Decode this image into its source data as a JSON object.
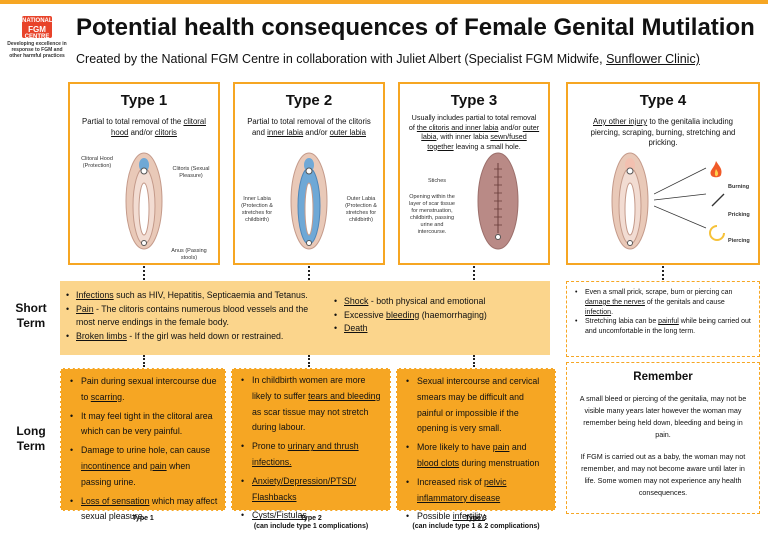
{
  "logo": {
    "badge_top": "NATIONAL",
    "badge_main": "FGM",
    "badge_bottom": "CENTRE",
    "tagline": "Developing excellence in response to FGM and other harmful practices"
  },
  "header": {
    "title": "Potential health consequences of Female Genital Mutilation",
    "subtitle_prefix": "Created by the National FGM Centre in collaboration with Juliet Albert (Specialist FGM Midwife, ",
    "subtitle_link": "Sunflower Clinic)",
    "subtitle_suffix": ""
  },
  "types": [
    {
      "title": "Type 1",
      "desc": [
        "Partial to total removal of the ",
        "clitoral hood",
        " and/or ",
        "clitoris"
      ],
      "labels": {
        "hood": "Clitoral Hood (Protection)",
        "clitoris": "Clitoris (Sexual Pleasure)",
        "anus": "Anus (Passing stools)"
      }
    },
    {
      "title": "Type 2",
      "desc": [
        "Partial to total removal of the clitoris and ",
        "inner labia",
        " and/or ",
        "outer labia"
      ],
      "labels": {
        "inner": "Inner Labia (Protection & stretches for childbirth)",
        "outer": "Outer Labia (Protection & stretches for childbirth)"
      }
    },
    {
      "title": "Type 3",
      "desc": [
        "Usually includes partial to total removal of ",
        "the clitoris and inner labia",
        " and/or ",
        "outer labia",
        ", with inner labia ",
        "sewn/fused together",
        " leaving a small hole."
      ],
      "labels": {
        "stiches": "Stiches",
        "opening": "Opening within the layer of scar tissue for menstruation, childbirth, passing urine and intercourse."
      }
    },
    {
      "title": "Type 4",
      "desc": [
        "Any other injury",
        " to the genitalia including piercing, scraping, burning, stretching and pricking."
      ],
      "labels": {
        "burning": "Burning",
        "pricking": "Pricking",
        "piercing": "Piercing"
      }
    }
  ],
  "rows": {
    "short_term": "Short Term",
    "long_term": "Long Term"
  },
  "short_term": {
    "col1": [
      {
        "u": "Infections",
        "t": " such as HIV, Hepatitis, Septicaemia and Tetanus."
      },
      {
        "u": "Pain",
        "t": " -  The clitoris contains numerous blood vessels and the most nerve endings in the female body."
      },
      {
        "u": "Broken limbs",
        "t": " - If the girl was held down or restrained."
      }
    ],
    "col2": [
      {
        "u": "Shock",
        "t": " - both physical and emotional"
      },
      {
        "p": "Excessive ",
        "u": "bleeding",
        "t": " (haemorrhaging)"
      },
      {
        "u": "Death",
        "t": ""
      }
    ],
    "col4": [
      {
        "p": "Even a small prick, scrape, burn or piercing can ",
        "u": "damage the nerves",
        "t": " of the genitals and cause ",
        "u2": "infection",
        "t2": "."
      },
      {
        "p": "Stretching labia can be ",
        "u": "painful",
        "t": " while being carried out and uncomfortable in the long term."
      }
    ]
  },
  "long_term": {
    "col1": [
      {
        "p": "Pain during sexual intercourse due to ",
        "u": "scarring",
        "t": "."
      },
      {
        "p": "It may feel tight in the clitoral area which can be very painful.",
        "u": "",
        "t": ""
      },
      {
        "p": "Damage to urine hole, can cause ",
        "u": "incontinence",
        "t": " and ",
        "u2": "pain",
        "t2": " when passing urine."
      },
      {
        "p": "",
        "u": "Loss of sensation",
        "t": " which may affect sexual pleasure."
      }
    ],
    "col2": [
      {
        "p": "In childbirth women are more likely to suffer ",
        "u": "tears and bleeding",
        "t": " as scar tissue may not stretch during labour."
      },
      {
        "p": "Prone to ",
        "u": "urinary and thrush infections.",
        "t": ""
      },
      {
        "p": "",
        "u": "Anxiety/Depression/PTSD/ Flashbacks",
        "t": ""
      },
      {
        "p": "",
        "u": "Cysts/Fistulas",
        "t": ""
      }
    ],
    "col3": [
      {
        "p": "Sexual intercourse and cervical smears may be difficult and painful or impossible if the opening is very small.",
        "u": "",
        "t": ""
      },
      {
        "p": "More likely to have ",
        "u": "pain",
        "t": " and ",
        "u2": "blood clots",
        "t2": " during menstruation"
      },
      {
        "p": "Increased risk of ",
        "u": "pelvic inflammatory disease",
        "t": ""
      },
      {
        "p": "Possible ",
        "u": "infertility",
        "t": ""
      }
    ]
  },
  "remember": {
    "title": "Remember",
    "p1": "A small bleed or piercing of the genitalia, may not be visible many years later however the woman may remember being held down, bleeding and being in pain.",
    "p2": "If FGM is carried out as a baby, the woman may not remember, and may not become aware until later in life. Some women may not experience any health consequences."
  },
  "captions": {
    "col1": "Type 1",
    "col2_a": "Type 2",
    "col2_b": "(can include type 1 complications)",
    "col3_a": "Type 3",
    "col3_b": "(can include type 1 & 2 complications)"
  },
  "colors": {
    "accent": "#f6a623",
    "light_accent": "#fbd58c",
    "skin": "#e9c9b8",
    "blue": "#6fa8d6",
    "tissue": "#b98a86",
    "flame": "#f05a28"
  }
}
